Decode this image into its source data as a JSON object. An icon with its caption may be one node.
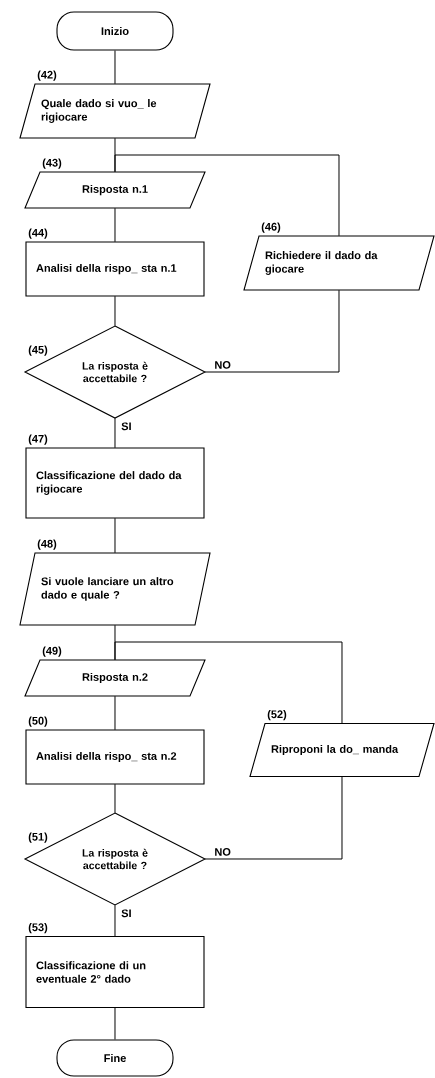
{
  "diagram": {
    "nodes": [
      {
        "text": [
          "Inizio"
        ]
      },
      {
        "text": [
          "(42)",
          "Quale dado si vuo_ le rigiocare"
        ]
      },
      {
        "text": [
          "(43)",
          "Risposta n.1"
        ]
      },
      {
        "text": [
          "(44)",
          "Analisi della rispo_ sta n.1"
        ]
      },
      {
        "text": [
          "(45)",
          "La risposta è accettabile ?"
        ]
      },
      {
        "text": [
          "(46)",
          "Richiedere il dado da giocare"
        ]
      },
      {
        "text": [
          "(47)",
          "Classificazione del dado da rigiocare"
        ]
      },
      {
        "text": [
          "(48)",
          "Si vuole lanciare un altro dado e quale ?"
        ]
      },
      {
        "text": [
          "(49)",
          "Risposta n.2"
        ]
      },
      {
        "text": [
          "(50)",
          "Analisi della rispo_ sta n.2"
        ]
      },
      {
        "text": [
          "(51)",
          "La risposta è accettabile ?"
        ]
      },
      {
        "text": [
          "(52)",
          "Riproponi la do_ manda"
        ]
      },
      {
        "text": [
          "(53)",
          "Classificazione di un eventuale 2° dado"
        ]
      },
      {
        "text": [
          "Fine"
        ]
      }
    ],
    "edges": [
      {
        "from": 0,
        "to": 1,
        "arrow": "none"
      },
      {
        "from": 1,
        "to": 2,
        "arrow": "none"
      },
      {
        "from": 2,
        "to": 3,
        "arrow": "none"
      },
      {
        "from": 3,
        "to": 4,
        "arrow": "none"
      },
      {
        "from": 4,
        "to": 5,
        "arrow": "none",
        "label": "NO"
      },
      {
        "from": 5,
        "to": 2,
        "arrow": "none"
      },
      {
        "from": 4,
        "to": 6,
        "arrow": "none",
        "label": "SI"
      },
      {
        "from": 6,
        "to": 7,
        "arrow": "none"
      },
      {
        "from": 7,
        "to": 8,
        "arrow": "none"
      },
      {
        "from": 8,
        "to": 9,
        "arrow": "none"
      },
      {
        "from": 9,
        "to": 10,
        "arrow": "none"
      },
      {
        "from": 10,
        "to": 11,
        "arrow": "none",
        "label": "NO"
      },
      {
        "from": 11,
        "to": 8,
        "arrow": "none"
      },
      {
        "from": 10,
        "to": 12,
        "arrow": "none",
        "label": "SI"
      },
      {
        "from": 12,
        "to": 13,
        "arrow": "none"
      }
    ]
  }
}
